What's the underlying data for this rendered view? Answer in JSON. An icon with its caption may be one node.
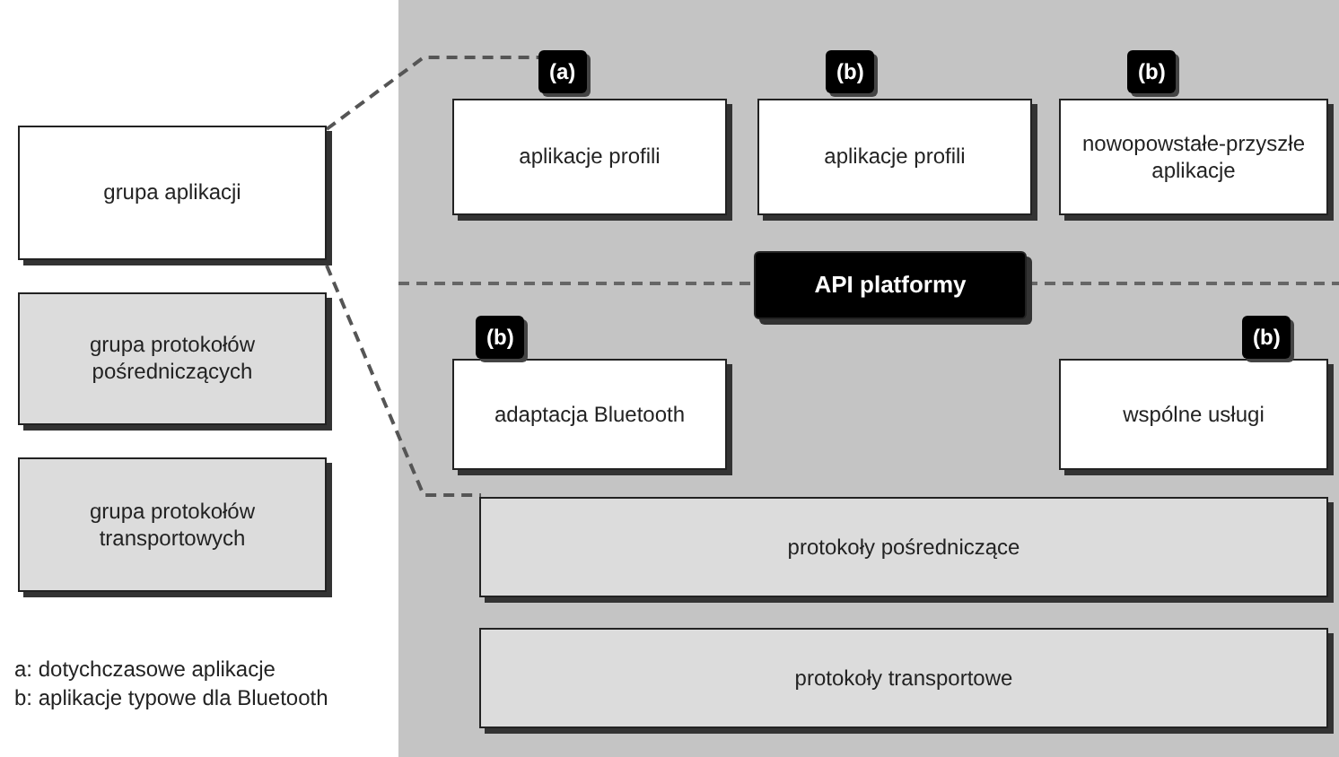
{
  "diagram": {
    "nodes": [
      {
        "text": [
          "grupa aplikacji"
        ]
      },
      {
        "text": [
          "grupa protokołów pośredniczących"
        ]
      },
      {
        "text": [
          "grupa protokołów transportowych"
        ]
      },
      {
        "text": [
          "aplikacje profili"
        ],
        "beside": [
          "(a)"
        ]
      },
      {
        "text": [
          "aplikacje profili"
        ],
        "beside": [
          "(b)"
        ]
      },
      {
        "text": [
          "nowopowstałe-przyszłe aplikacje"
        ],
        "beside": [
          "(b)"
        ]
      },
      {
        "text": [
          "API platformy"
        ]
      },
      {
        "text": [
          "adaptacja Bluetooth"
        ],
        "beside": [
          "(b)"
        ]
      },
      {
        "text": [
          "wspólne usługi"
        ],
        "beside": [
          "(b)"
        ]
      },
      {
        "text": [
          "protokoły pośredniczące"
        ]
      },
      {
        "text": [
          "protokoły transportowe"
        ]
      }
    ],
    "edges": [],
    "labels": [
      "a: dotychczasowe aplikacje",
      "b: aplikacje typowe dla Bluetooth"
    ]
  }
}
